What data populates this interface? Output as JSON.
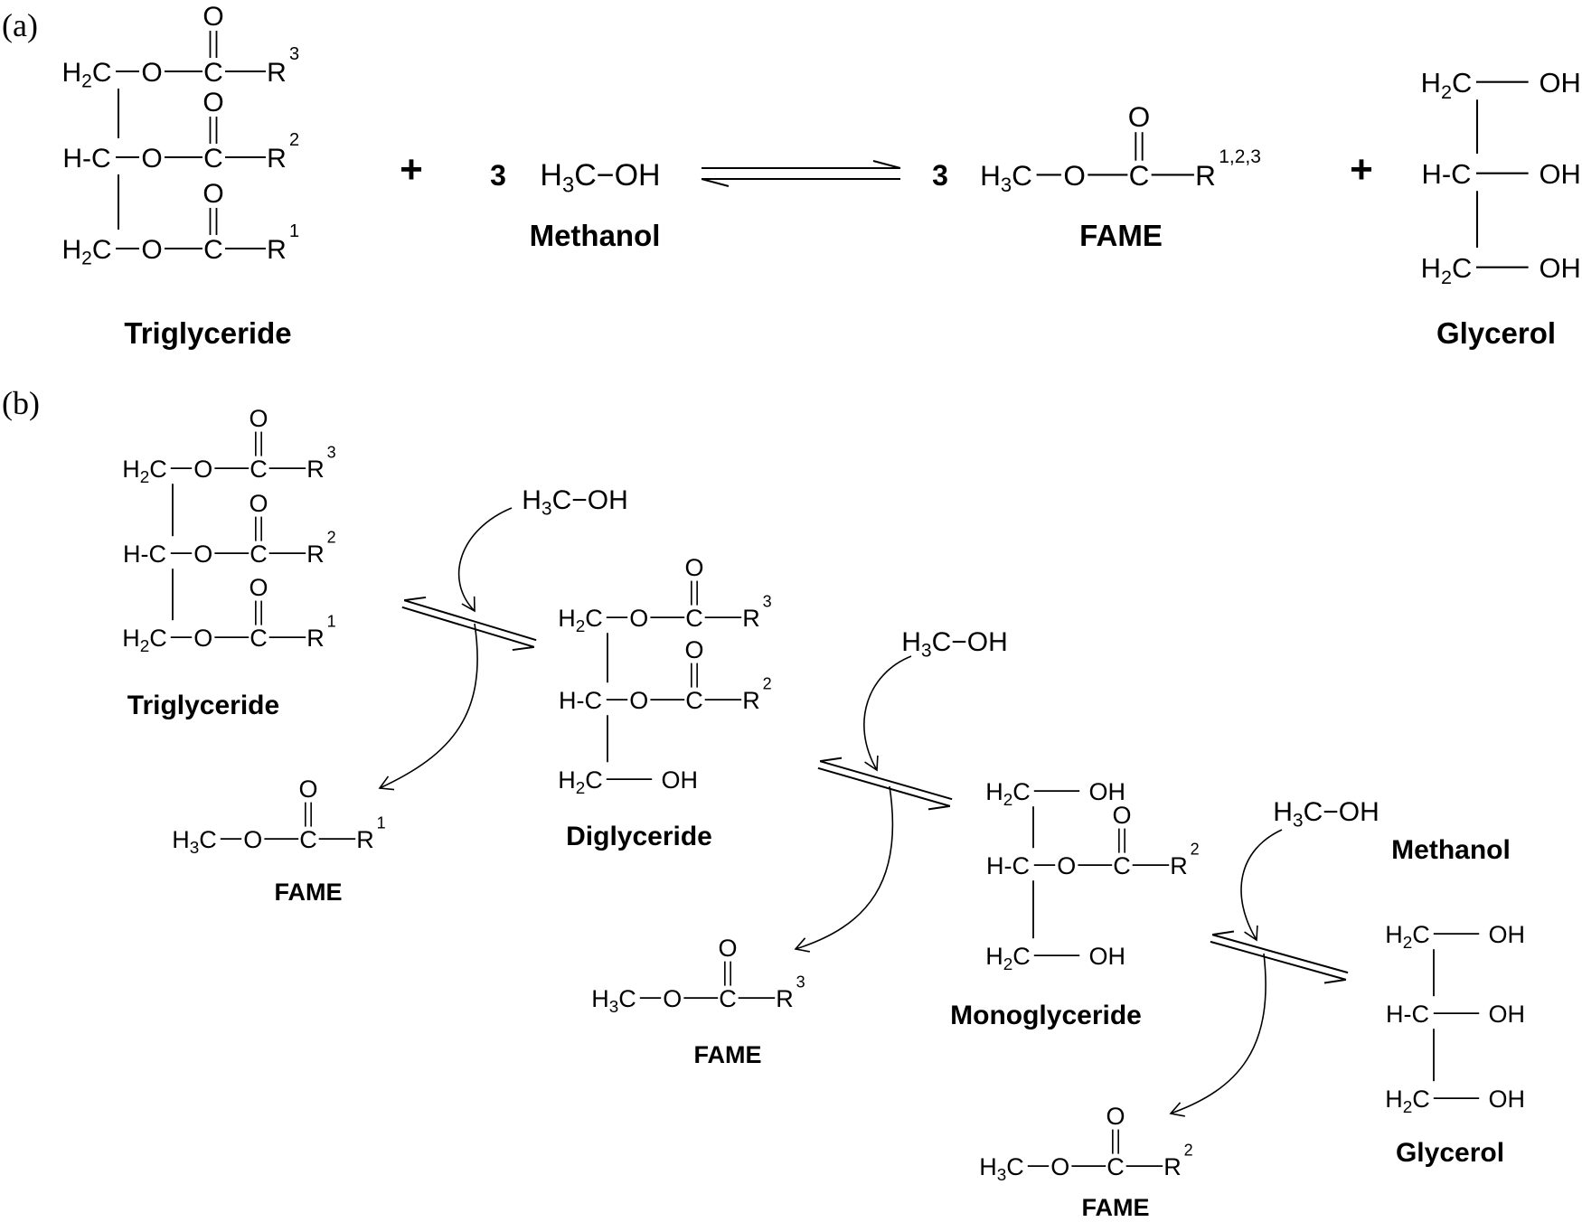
{
  "panels": {
    "a": "(a)",
    "b": "(b)"
  },
  "atoms": {
    "h2c": "H2C",
    "hc": "H-C",
    "o": "O",
    "c": "C",
    "r": "R",
    "h3c": "H3C",
    "oh": "OH"
  },
  "superscripts": {
    "r1": "1",
    "r2": "2",
    "r3": "3",
    "r123": "1,2,3"
  },
  "coefficients": {
    "three": "3"
  },
  "plus": "+",
  "methanol_formula": "H3C−OH",
  "names": {
    "triglyceride": "Triglyceride",
    "methanol": "Methanol",
    "fame": "FAME",
    "glycerol": "Glycerol",
    "diglyceride": "Diglyceride",
    "monoglyceride": "Monoglyceride"
  }
}
